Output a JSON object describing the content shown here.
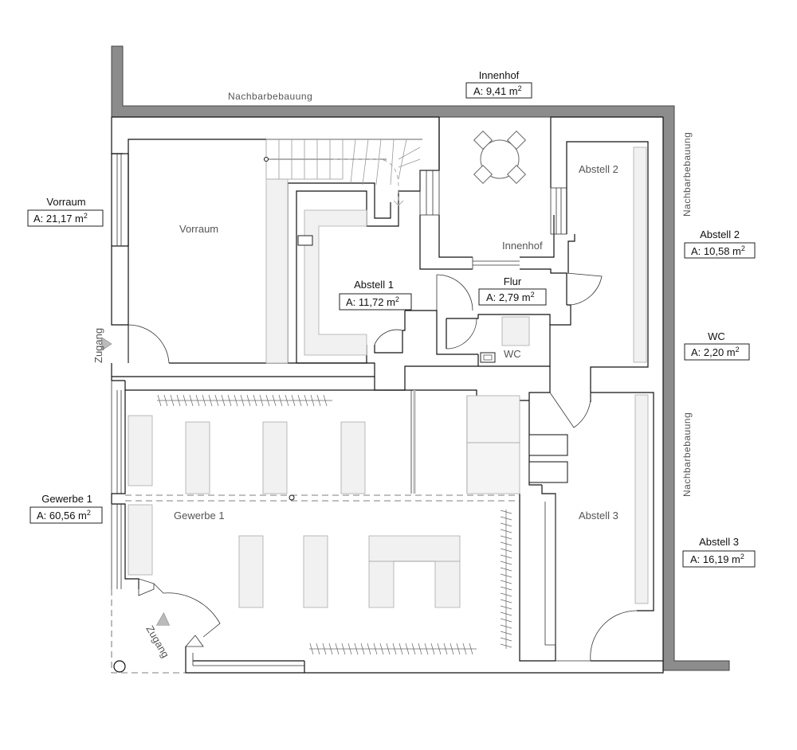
{
  "neighbors": {
    "top": "Nachbarbebauung",
    "right_upper": "Nachbarbebauung",
    "right_lower": "Nachbarbebauung"
  },
  "rooms": {
    "innenhof": {
      "name": "Innenhof",
      "area": "A: 9,41 m",
      "unit_sup": "2",
      "inside_label": "Innenhof"
    },
    "vorraum": {
      "name": "Vorraum",
      "area": "A: 21,17 m",
      "unit_sup": "2",
      "inside_label": "Vorraum"
    },
    "abstell1": {
      "name": "Abstell 1",
      "area": "A: 11,72 m",
      "unit_sup": "2"
    },
    "flur": {
      "name": "Flur",
      "area": "A: 2,79 m",
      "unit_sup": "2"
    },
    "abstell2": {
      "name": "Abstell 2",
      "area": "A: 10,58 m",
      "unit_sup": "2",
      "inside_label": "Abstell 2"
    },
    "wc": {
      "name": "WC",
      "area": "A: 2,20 m",
      "unit_sup": "2",
      "inside_label": "WC"
    },
    "gewerbe1": {
      "name": "Gewerbe 1",
      "area": "A: 60,56 m",
      "unit_sup": "2",
      "inside_label": "Gewerbe 1"
    },
    "abstell3": {
      "name": "Abstell 3",
      "area": "A: 16,19 m",
      "unit_sup": "2",
      "inside_label": "Abstell 3"
    }
  },
  "entrances": {
    "upper": "Zugang",
    "lower": "Zugang"
  },
  "colors": {
    "neighbor_wall": "#8c8c8c",
    "wall_line": "#111111",
    "furniture_fill": "#f1f1f1"
  }
}
